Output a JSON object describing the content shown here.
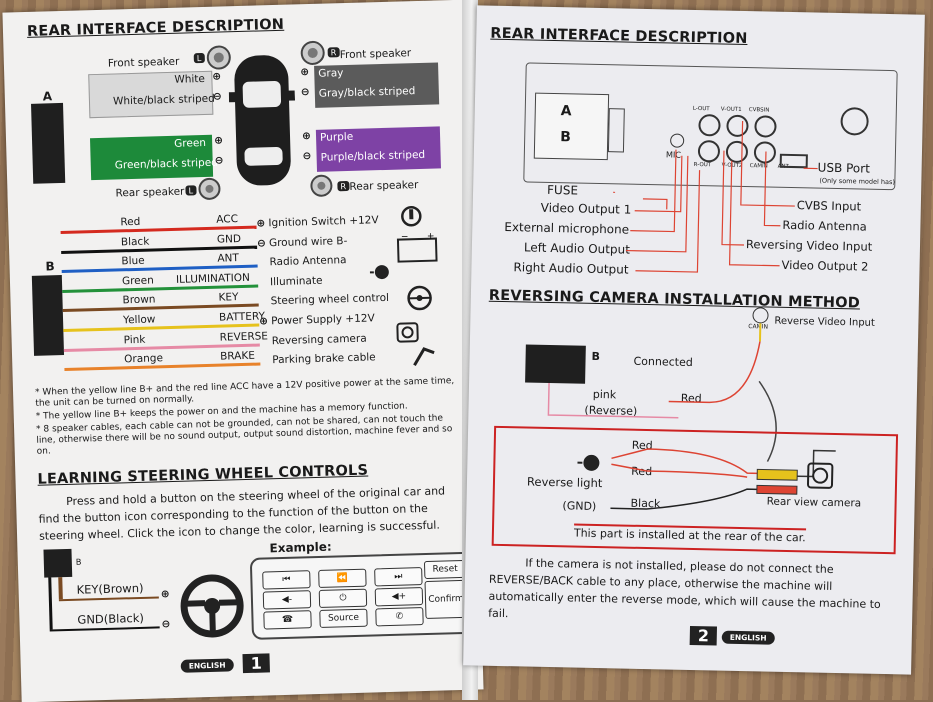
{
  "left_page": {
    "title": "REAR INTERFACE DESCRIPTION",
    "connector_a": "A",
    "connector_b": "B",
    "speakers": {
      "front_left": "Front speaker",
      "front_left_badge": "L",
      "white": "White",
      "white_black": "White/black striped",
      "front_right": "Front speaker",
      "front_right_badge": "R",
      "gray": "Gray",
      "gray_black": "Gray/black striped",
      "green": "Green",
      "green_black": "Green/black striped",
      "purple": "Purple",
      "purple_black": "Purple/black striped",
      "rear_left": "Rear speaker",
      "rear_left_badge": "L",
      "rear_right": "Rear speaker",
      "rear_right_badge": "R"
    },
    "wires": [
      {
        "color_name": "Red",
        "func": "ACC",
        "desc": "Ignition Switch +12V",
        "sign": "+",
        "hex": "#d42a1f"
      },
      {
        "color_name": "Black",
        "func": "GND",
        "desc": "Ground wire B-",
        "sign": "-",
        "hex": "#111111"
      },
      {
        "color_name": "Blue",
        "func": "ANT",
        "desc": "Radio Antenna",
        "sign": "",
        "hex": "#1f5fc4"
      },
      {
        "color_name": "Green",
        "func": "ILLUMINATION",
        "desc": "Illuminate",
        "sign": "",
        "hex": "#23913a"
      },
      {
        "color_name": "Brown",
        "func": "KEY",
        "desc": "Steering wheel control",
        "sign": "",
        "hex": "#7a4a22"
      },
      {
        "color_name": "Yellow",
        "func": "BATTERY",
        "desc": "Power Supply +12V",
        "sign": "+",
        "hex": "#e6c21c"
      },
      {
        "color_name": "Pink",
        "func": "REVERSE",
        "desc": "Reversing camera",
        "sign": "",
        "hex": "#e68aa5"
      },
      {
        "color_name": "Orange",
        "func": "BRAKE",
        "desc": "Parking brake cable",
        "sign": "",
        "hex": "#e8822a"
      }
    ],
    "notes": [
      "* When the yellow line B+ and the red line ACC have a 12V positive power at the same time, the unit can be turned on normally.",
      "* The yellow line B+ keeps the power on and the machine has a memory function.",
      "* 8 speaker cables, each cable can not be grounded, can not be shared, can not touch the line, otherwise there will be no sound output, output sound distortion, machine fever and so on."
    ],
    "learning_title": "LEARNING STEERING WHEEL CONTROLS",
    "learning_text": "Press and hold a button on the steering wheel of the original car and find the button icon corresponding to the function of the button on the steering wheel. Click the icon to change the color, learning is successful.",
    "example_label": "Example:",
    "key_wire": "KEY(Brown)",
    "gnd_wire": "GND(Black)",
    "panel_keys": {
      "reset": "Reset",
      "confirm": "Confirm",
      "source": "Source",
      "prev": "⏮",
      "rew": "⏪",
      "next": "⏭",
      "vol_down": "◀-",
      "power": "⏻",
      "vol_up": "◀+",
      "hangup": "☎",
      "call": "✆"
    },
    "footer_lang": "ENGLISH",
    "page_number": "1"
  },
  "right_page": {
    "title": "REAR INTERFACE DESCRIPTION",
    "conn_a": "A",
    "conn_b": "B",
    "port_labels_top": [
      "L-OUT",
      "V-OUT1",
      "CVBSIN"
    ],
    "port_labels_bottom": [
      "R-OUT",
      "V-OUT2",
      "CAMIN",
      "ANT"
    ],
    "mic_label": "MIC",
    "left_callouts": [
      "FUSE",
      "Video Output 1",
      "External microphone",
      "Left Audio Output",
      "Right Audio Output"
    ],
    "right_callouts": [
      "USB Port",
      "CVBS Input",
      "Radio Antenna",
      "Reversing Video Input",
      "Video Output 2"
    ],
    "usb_note": "(Only some model has)",
    "camera_title": "REVERSING CAMERA INSTALLATION METHOD",
    "camin": "CAMIN",
    "reverse_video_input": "Reverse Video Input",
    "b_label": "B",
    "connected": "Connected",
    "pink": "pink",
    "reverse": "(Reverse)",
    "red": "Red",
    "red2": "Red",
    "red3": "Red",
    "black": "Black",
    "reverse_light": "Reverse light",
    "gnd": "(GND)",
    "rear_view_camera": "Rear view camera",
    "rear_note": "This part is installed at the rear of the car.",
    "warning": "If the camera is not installed, please do not connect the REVERSE/BACK cable to any place, otherwise the machine will automatically enter the reverse mode, which will cause the machine to fail.",
    "footer_lang": "ENGLISH",
    "page_number": "2"
  }
}
